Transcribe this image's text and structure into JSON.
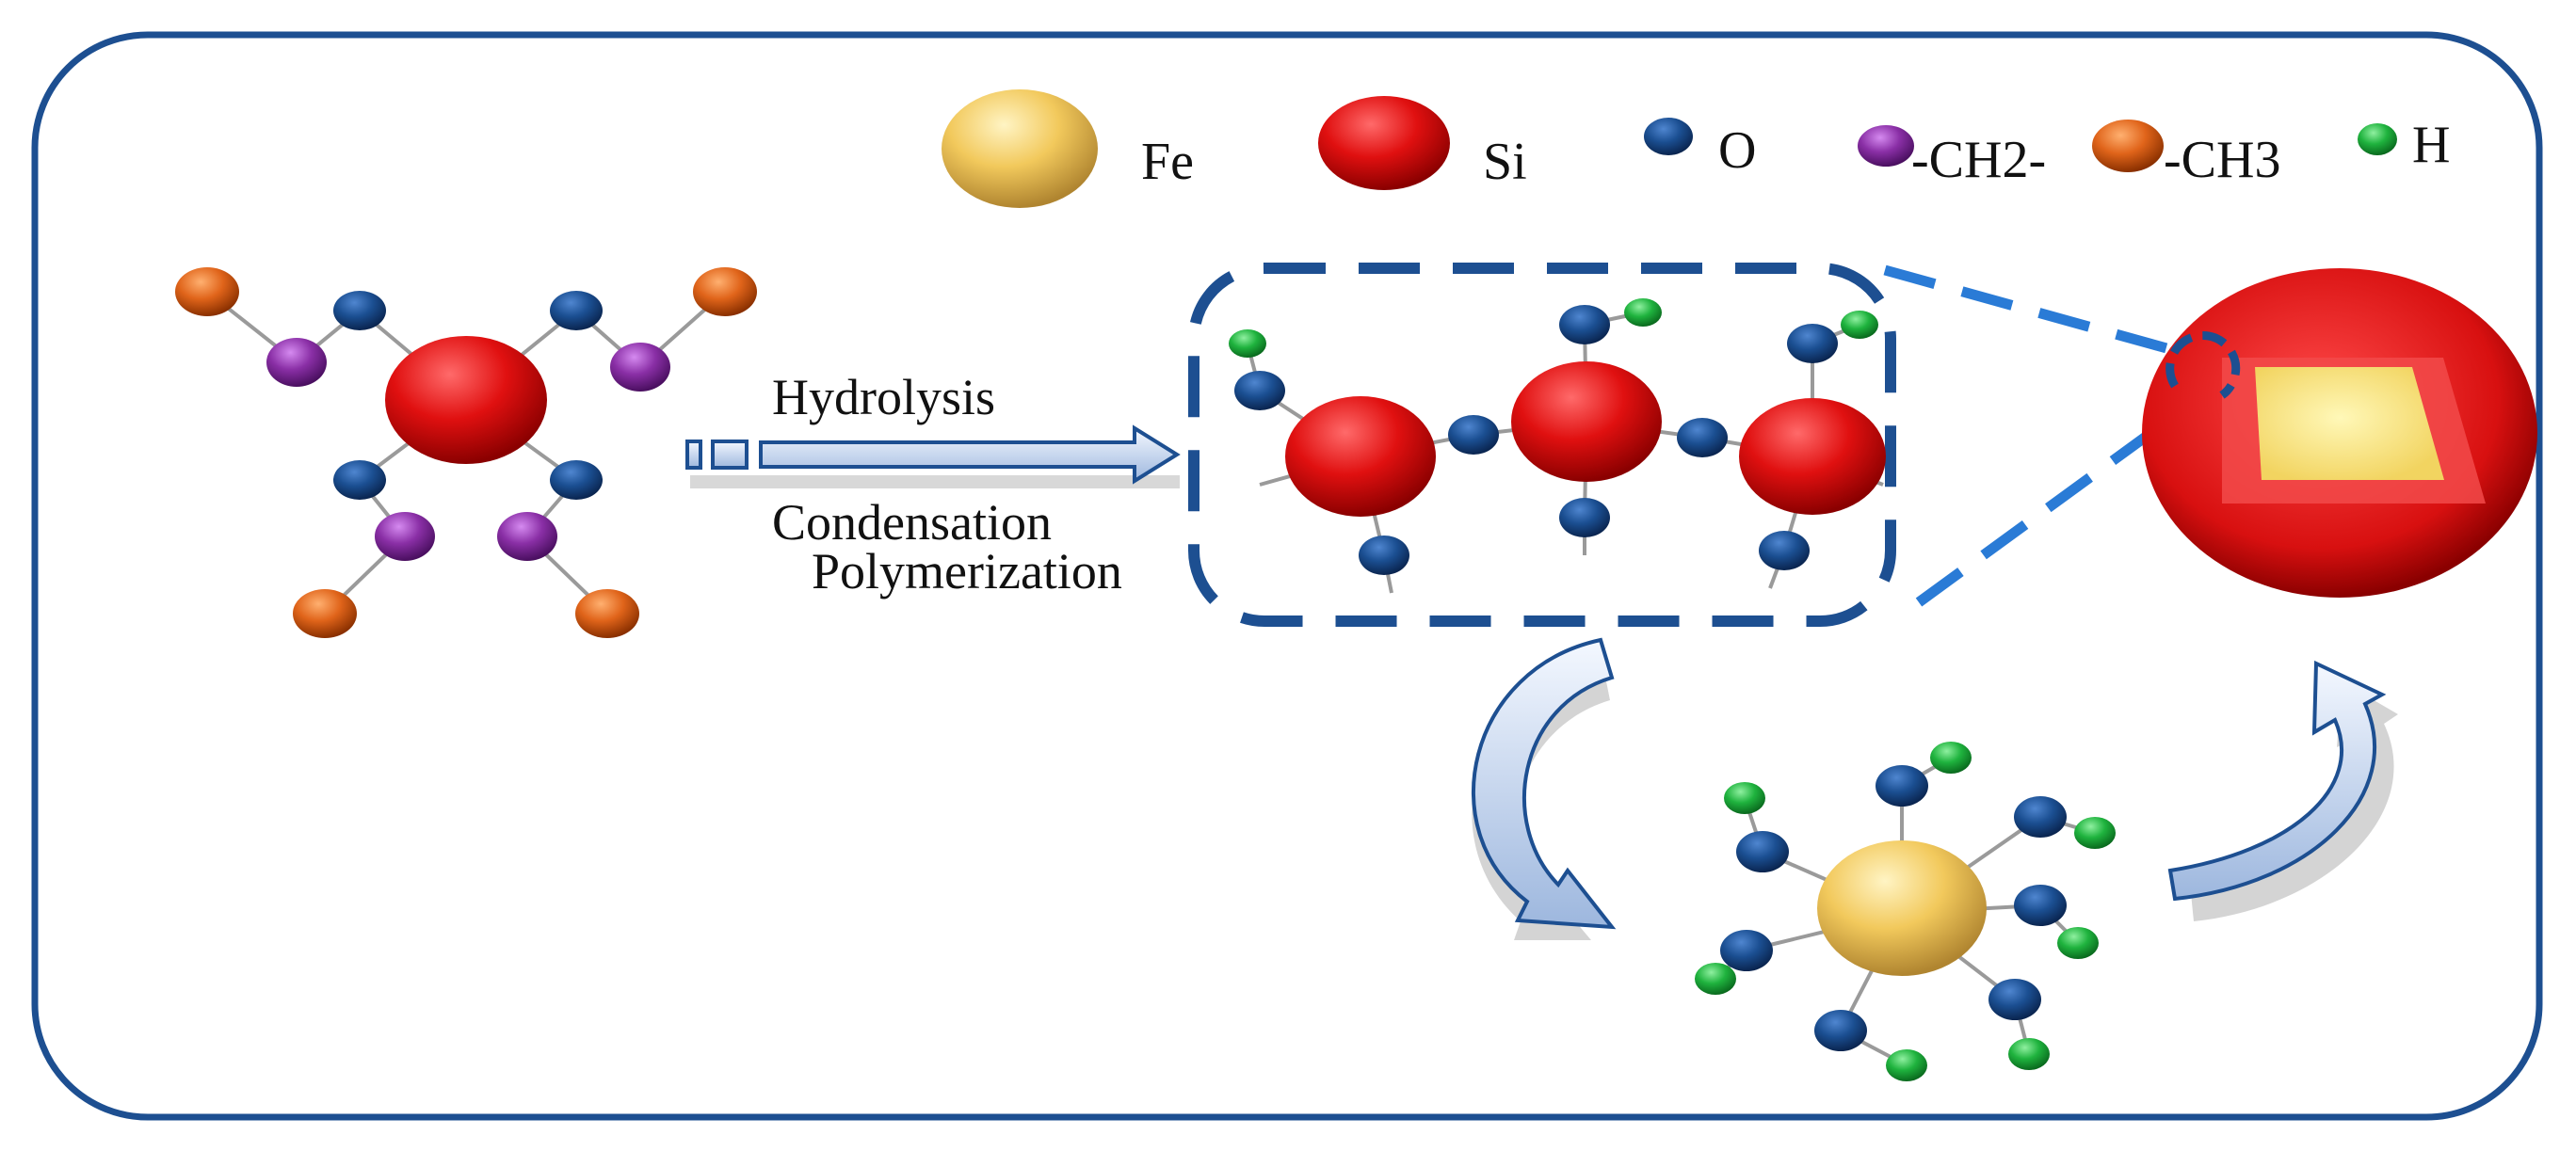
{
  "legend": {
    "fe": "Fe",
    "si": "Si",
    "o": "O",
    "ch2": "-CH2-",
    "ch3": "-CH3",
    "h": "H"
  },
  "process": {
    "hydrolysis": "Hydrolysis",
    "condensation": "Condensation",
    "polymerization": "Polymerization"
  },
  "colors": {
    "frame": "#1d4f91",
    "fe": "#f0c45a",
    "si": "#d81414",
    "o": "#1b4f92",
    "ch2": "#8a2fa6",
    "ch3": "#e0641a",
    "h": "#1fb33e",
    "dash_light": "#2a7bd6"
  }
}
